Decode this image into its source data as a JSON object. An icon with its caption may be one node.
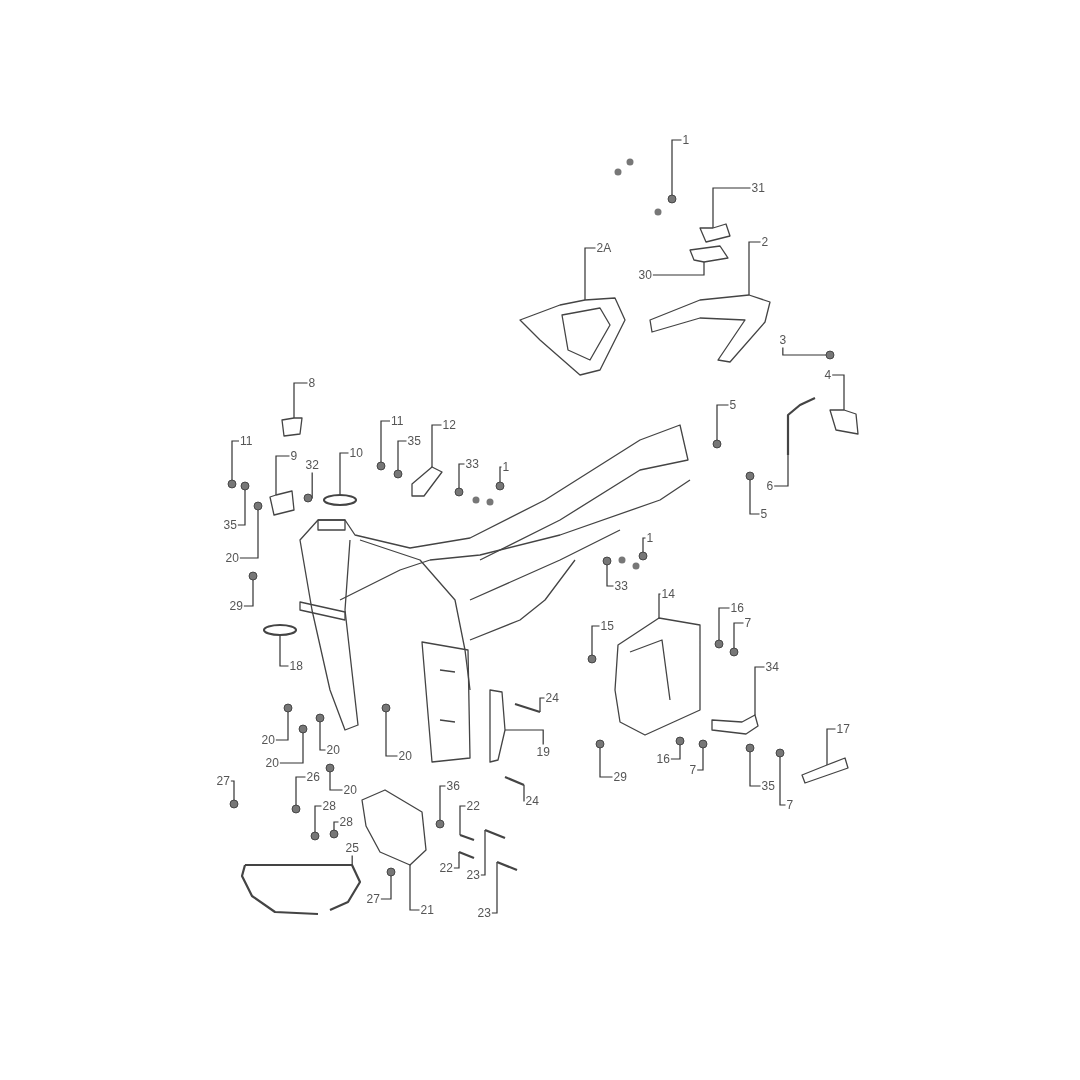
{
  "diagram": {
    "nodes": [
      {
        "text": [
          "1"
        ]
      },
      {
        "text": [
          "31"
        ]
      },
      {
        "text": [
          "2A"
        ]
      },
      {
        "text": [
          "2"
        ]
      },
      {
        "text": [
          "30"
        ]
      },
      {
        "text": [
          "3"
        ]
      },
      {
        "text": [
          "4"
        ]
      },
      {
        "text": [
          "8"
        ]
      },
      {
        "text": [
          "5"
        ]
      },
      {
        "text": [
          "11"
        ]
      },
      {
        "text": [
          "12"
        ]
      },
      {
        "text": [
          "11"
        ]
      },
      {
        "text": [
          "35"
        ]
      },
      {
        "text": [
          "10"
        ]
      },
      {
        "text": [
          "9"
        ]
      },
      {
        "text": [
          "32"
        ]
      },
      {
        "text": [
          "33"
        ]
      },
      {
        "text": [
          "1"
        ]
      },
      {
        "text": [
          "6"
        ]
      },
      {
        "text": [
          "35"
        ]
      },
      {
        "text": [
          "5"
        ]
      },
      {
        "text": [
          "1"
        ]
      },
      {
        "text": [
          "20"
        ]
      },
      {
        "text": [
          "33"
        ]
      },
      {
        "text": [
          "29"
        ]
      },
      {
        "text": [
          "14"
        ]
      },
      {
        "text": [
          "15"
        ]
      },
      {
        "text": [
          "16"
        ]
      },
      {
        "text": [
          "7"
        ]
      },
      {
        "text": [
          "18"
        ]
      },
      {
        "text": [
          "34"
        ]
      },
      {
        "text": [
          "24"
        ]
      },
      {
        "text": [
          "20"
        ]
      },
      {
        "text": [
          "20"
        ]
      },
      {
        "text": [
          "20"
        ]
      },
      {
        "text": [
          "20"
        ]
      },
      {
        "text": [
          "19"
        ]
      },
      {
        "text": [
          "29"
        ]
      },
      {
        "text": [
          "16"
        ]
      },
      {
        "text": [
          "7"
        ]
      },
      {
        "text": [
          "35"
        ]
      },
      {
        "text": [
          "17"
        ]
      },
      {
        "text": [
          "7"
        ]
      },
      {
        "text": [
          "20"
        ]
      },
      {
        "text": [
          "27"
        ]
      },
      {
        "text": [
          "26"
        ]
      },
      {
        "text": [
          "36"
        ]
      },
      {
        "text": [
          "28"
        ]
      },
      {
        "text": [
          "28"
        ]
      },
      {
        "text": [
          "22"
        ]
      },
      {
        "text": [
          "25"
        ]
      },
      {
        "text": [
          "22"
        ]
      },
      {
        "text": [
          "23"
        ]
      },
      {
        "text": [
          "27"
        ]
      },
      {
        "text": [
          "21"
        ]
      },
      {
        "text": [
          "23"
        ]
      },
      {
        "text": [
          "24"
        ]
      },
      {
        "text": [],
        "shape": "circle"
      },
      {
        "text": [],
        "shape": "picture"
      },
      {
        "text": [],
        "shape": "picture"
      },
      {
        "text": [],
        "shape": "picture"
      },
      {
        "text": [],
        "shape": "picture"
      },
      {
        "text": [],
        "shape": "circle"
      },
      {
        "text": [],
        "shape": "picture"
      },
      {
        "text": [],
        "shape": "picture"
      },
      {
        "text": [],
        "shape": "circle"
      },
      {
        "text": [],
        "shape": "circle"
      },
      {
        "text": [],
        "shape": "picture"
      },
      {
        "text": [],
        "shape": "circle"
      },
      {
        "text": [],
        "shape": "circle"
      },
      {
        "text": [],
        "shape": "picture"
      },
      {
        "text": [],
        "shape": "picture"
      },
      {
        "text": [],
        "shape": "circle"
      },
      {
        "text": [],
        "shape": "circle"
      },
      {
        "text": [],
        "shape": "circle"
      },
      {
        "text": [],
        "shape": "picture"
      },
      {
        "text": [],
        "shape": "circle"
      },
      {
        "text": [],
        "shape": "circle"
      },
      {
        "text": [],
        "shape": "circle"
      },
      {
        "text": [],
        "shape": "circle"
      },
      {
        "text": [],
        "shape": "circle"
      },
      {
        "text": [],
        "shape": "circle"
      },
      {
        "text": [],
        "shape": "picture"
      },
      {
        "text": [],
        "shape": "circle"
      },
      {
        "text": [],
        "shape": "circle"
      },
      {
        "text": [],
        "shape": "circle"
      },
      {
        "text": [],
        "shape": "picture"
      },
      {
        "text": [],
        "shape": "picture"
      },
      {
        "text": [],
        "shape": "picture"
      },
      {
        "text": [],
        "shape": "circle"
      },
      {
        "text": [],
        "shape": "circle"
      },
      {
        "text": [],
        "shape": "circle"
      },
      {
        "text": [],
        "shape": "circle"
      },
      {
        "text": [],
        "shape": "picture"
      },
      {
        "text": [],
        "shape": "circle"
      },
      {
        "text": [],
        "shape": "circle"
      },
      {
        "text": [],
        "shape": "circle"
      },
      {
        "text": [],
        "shape": "circle"
      },
      {
        "text": [],
        "shape": "picture"
      },
      {
        "text": [],
        "shape": "circle"
      },
      {
        "text": [],
        "shape": "circle"
      },
      {
        "text": [],
        "shape": "circle"
      },
      {
        "text": [],
        "shape": "circle"
      },
      {
        "text": [],
        "shape": "circle"
      },
      {
        "text": [],
        "shape": "circle"
      },
      {
        "text": [],
        "shape": "circle"
      },
      {
        "text": [],
        "shape": "picture"
      },
      {
        "text": [],
        "shape": "picture"
      },
      {
        "text": [],
        "shape": "picture"
      },
      {
        "text": [],
        "shape": "picture"
      },
      {
        "text": [],
        "shape": "circle"
      },
      {
        "text": [],
        "shape": "picture"
      },
      {
        "text": [],
        "shape": "picture"
      },
      {
        "text": [],
        "shape": "picture"
      }
    ],
    "edges": [
      {
        "from": 0,
        "to": 57,
        "arrow": "none"
      },
      {
        "from": 1,
        "to": 58,
        "arrow": "none"
      },
      {
        "from": 2,
        "to": 59,
        "arrow": "none"
      },
      {
        "from": 3,
        "to": 60,
        "arrow": "none"
      },
      {
        "from": 4,
        "to": 61,
        "arrow": "none"
      },
      {
        "from": 5,
        "to": 62,
        "arrow": "none"
      },
      {
        "from": 6,
        "to": 63,
        "arrow": "none"
      },
      {
        "from": 7,
        "to": 64,
        "arrow": "none"
      },
      {
        "from": 8,
        "to": 65,
        "arrow": "none"
      },
      {
        "from": 9,
        "to": 66,
        "arrow": "none"
      },
      {
        "from": 10,
        "to": 67,
        "arrow": "none"
      },
      {
        "from": 11,
        "to": 68,
        "arrow": "none"
      },
      {
        "from": 12,
        "to": 69,
        "arrow": "none"
      },
      {
        "from": 13,
        "to": 70,
        "arrow": "none"
      },
      {
        "from": 14,
        "to": 71,
        "arrow": "none"
      },
      {
        "from": 15,
        "to": 72,
        "arrow": "none"
      },
      {
        "from": 16,
        "to": 73,
        "arrow": "none"
      },
      {
        "from": 17,
        "to": 74,
        "arrow": "none"
      },
      {
        "from": 18,
        "to": 75,
        "arrow": "none"
      },
      {
        "from": 19,
        "to": 76,
        "arrow": "none"
      },
      {
        "from": 20,
        "to": 77,
        "arrow": "none"
      },
      {
        "from": 21,
        "to": 78,
        "arrow": "none"
      },
      {
        "from": 22,
        "to": 79,
        "arrow": "none"
      },
      {
        "from": 23,
        "to": 80,
        "arrow": "none"
      },
      {
        "from": 24,
        "to": 81,
        "arrow": "none"
      },
      {
        "from": 25,
        "to": 82,
        "arrow": "none"
      },
      {
        "from": 26,
        "to": 83,
        "arrow": "none"
      },
      {
        "from": 27,
        "to": 84,
        "arrow": "none"
      },
      {
        "from": 28,
        "to": 85,
        "arrow": "none"
      },
      {
        "from": 29,
        "to": 86,
        "arrow": "none"
      },
      {
        "from": 30,
        "to": 87,
        "arrow": "none"
      },
      {
        "from": 31,
        "to": 88,
        "arrow": "none"
      },
      {
        "from": 32,
        "to": 89,
        "arrow": "none"
      },
      {
        "from": 33,
        "to": 90,
        "arrow": "none"
      },
      {
        "from": 34,
        "to": 91,
        "arrow": "none"
      },
      {
        "from": 35,
        "to": 92,
        "arrow": "none"
      },
      {
        "from": 36,
        "to": 93,
        "arrow": "none"
      },
      {
        "from": 37,
        "to": 94,
        "arrow": "none"
      },
      {
        "from": 38,
        "to": 95,
        "arrow": "none"
      },
      {
        "from": 39,
        "to": 96,
        "arrow": "none"
      },
      {
        "from": 40,
        "to": 97,
        "arrow": "none"
      },
      {
        "from": 41,
        "to": 98,
        "arrow": "none"
      },
      {
        "from": 42,
        "to": 99,
        "arrow": "none"
      },
      {
        "from": 43,
        "to": 100,
        "arrow": "none"
      },
      {
        "from": 44,
        "to": 101,
        "arrow": "none"
      },
      {
        "from": 45,
        "to": 102,
        "arrow": "none"
      },
      {
        "from": 46,
        "to": 103,
        "arrow": "none"
      },
      {
        "from": 47,
        "to": 104,
        "arrow": "none"
      },
      {
        "from": 48,
        "to": 105,
        "arrow": "none"
      },
      {
        "from": 49,
        "to": 106,
        "arrow": "none"
      },
      {
        "from": 50,
        "to": 107,
        "arrow": "none"
      },
      {
        "from": 51,
        "to": 108,
        "arrow": "none"
      },
      {
        "from": 52,
        "to": 109,
        "arrow": "none"
      },
      {
        "from": 53,
        "to": 110,
        "arrow": "none"
      },
      {
        "from": 54,
        "to": 111,
        "arrow": "none"
      },
      {
        "from": 55,
        "to": 112,
        "arrow": "none"
      },
      {
        "from": 56,
        "to": 113,
        "arrow": "none"
      }
    ]
  }
}
